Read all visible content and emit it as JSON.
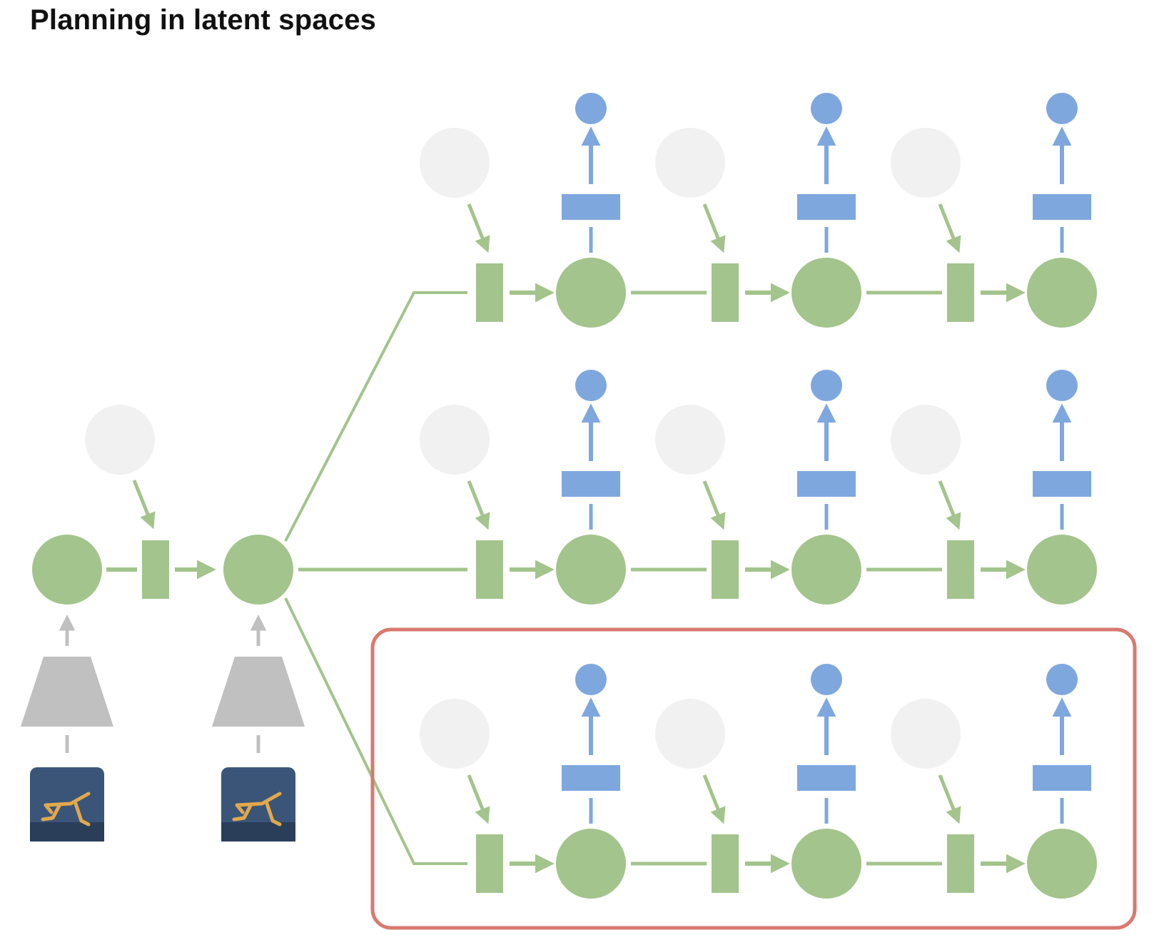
{
  "title": "Planning in latent spaces",
  "colors": {
    "latent_state": "#a3c48c",
    "action": "#a3c48c",
    "reward": "#7ea7de",
    "reward_head": "#7ea7de",
    "action_source": "#f1f1f1",
    "encoder": "#c0c0c0",
    "highlight": "#d9796f",
    "observation_bg": "#3a5578",
    "observation_figure": "#e2a84c"
  },
  "icons": {
    "observation": "walker-robot-thumbnail",
    "encoder": "trapezoid-encoder"
  },
  "structure": {
    "context_steps": 2,
    "candidate_trajectories": 3,
    "steps_per_trajectory": 3,
    "highlighted_trajectory": 3
  }
}
